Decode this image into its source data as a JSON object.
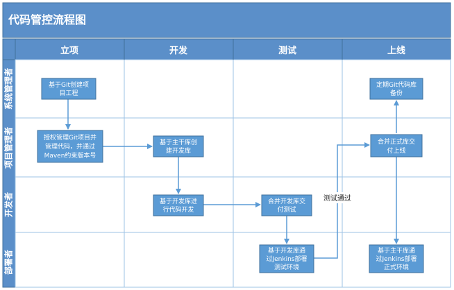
{
  "title": "代码管控流程图",
  "columns": [
    "立项",
    "开发",
    "测试",
    "上线"
  ],
  "rows": [
    "系统管理者",
    "项目管理者",
    "开发者",
    "部署者"
  ],
  "boxes": {
    "create_project": [
      "基于Git创建项",
      "目工程"
    ],
    "authorize_git": [
      "授权管理Git项目并",
      "管理代码，并通过",
      "Maven约束版本号"
    ],
    "create_dev_repo": [
      "基于主干库创",
      "建开发库"
    ],
    "develop_code": [
      "基于开发库进",
      "行代码开发"
    ],
    "merge_dev_test": [
      "合并开发库交",
      "付测试"
    ],
    "deploy_test_env": [
      "基于开发库通",
      "过Jenkins部署",
      "测试环境"
    ],
    "merge_release": [
      "合并正式库交",
      "付上线"
    ],
    "backup_repo": [
      "定期Git代码库",
      "备份"
    ],
    "deploy_prod_env": [
      "基于主干库通",
      "过Jenkins部署",
      "正式环境"
    ]
  },
  "labels": {
    "test_passed": "测试通过"
  },
  "colors": {
    "header": "#5b8fc9",
    "header_border": "#41719c",
    "box": "#5b9bd5",
    "box_border": "#41719c",
    "grid": "#9dc3e6",
    "arrow": "#5b9bd5",
    "header_text": "#ffffff",
    "body_text": "#1f1f1f"
  }
}
